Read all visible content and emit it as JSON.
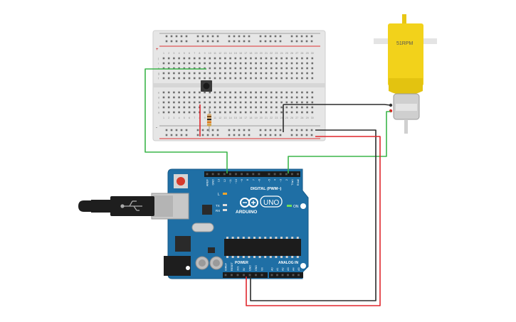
{
  "breadboard": {
    "column_numbers": [
      "1",
      "2",
      "3",
      "4",
      "5",
      "6",
      "7",
      "8",
      "9",
      "10",
      "11",
      "12",
      "13",
      "14",
      "15",
      "16",
      "17",
      "18",
      "19",
      "20",
      "21",
      "22",
      "23",
      "24",
      "25",
      "26",
      "27",
      "28",
      "29",
      "30"
    ],
    "row_letters_top": [
      "j",
      "i",
      "h",
      "g",
      "f"
    ],
    "row_letters_bottom": [
      "e",
      "d",
      "c",
      "b",
      "a"
    ],
    "rail_plus": "+",
    "rail_minus": "-"
  },
  "motor": {
    "label": "51RPM",
    "color": "#f2d21b"
  },
  "arduino": {
    "brand": "ARDUINO",
    "model": "UNO",
    "digital_label": "DIGITAL (PWM~)",
    "power_label": "POWER",
    "analog_label": "ANALOG IN",
    "on_label": "ON",
    "led_l": "L",
    "led_tx": "TX",
    "led_rx": "RX",
    "top_header_labels": [
      "AREF",
      "GND",
      "13",
      "12",
      "~11",
      "~10",
      "~9",
      "8",
      "7",
      "~6",
      "~5",
      "4",
      "~3",
      "2",
      "TX▸1",
      "RX◂0"
    ],
    "power_header_labels": [
      "IOREF",
      "RESET",
      "3V3",
      "5V",
      "GND",
      "GND",
      "Vin"
    ],
    "analog_header_labels": [
      "A0",
      "A1",
      "A2",
      "A3",
      "A4",
      "A5"
    ],
    "board_color": "#1f6fa5"
  },
  "wires": {
    "green": "#3bb54a",
    "red": "#e0262c",
    "black": "#2b2b2b"
  }
}
